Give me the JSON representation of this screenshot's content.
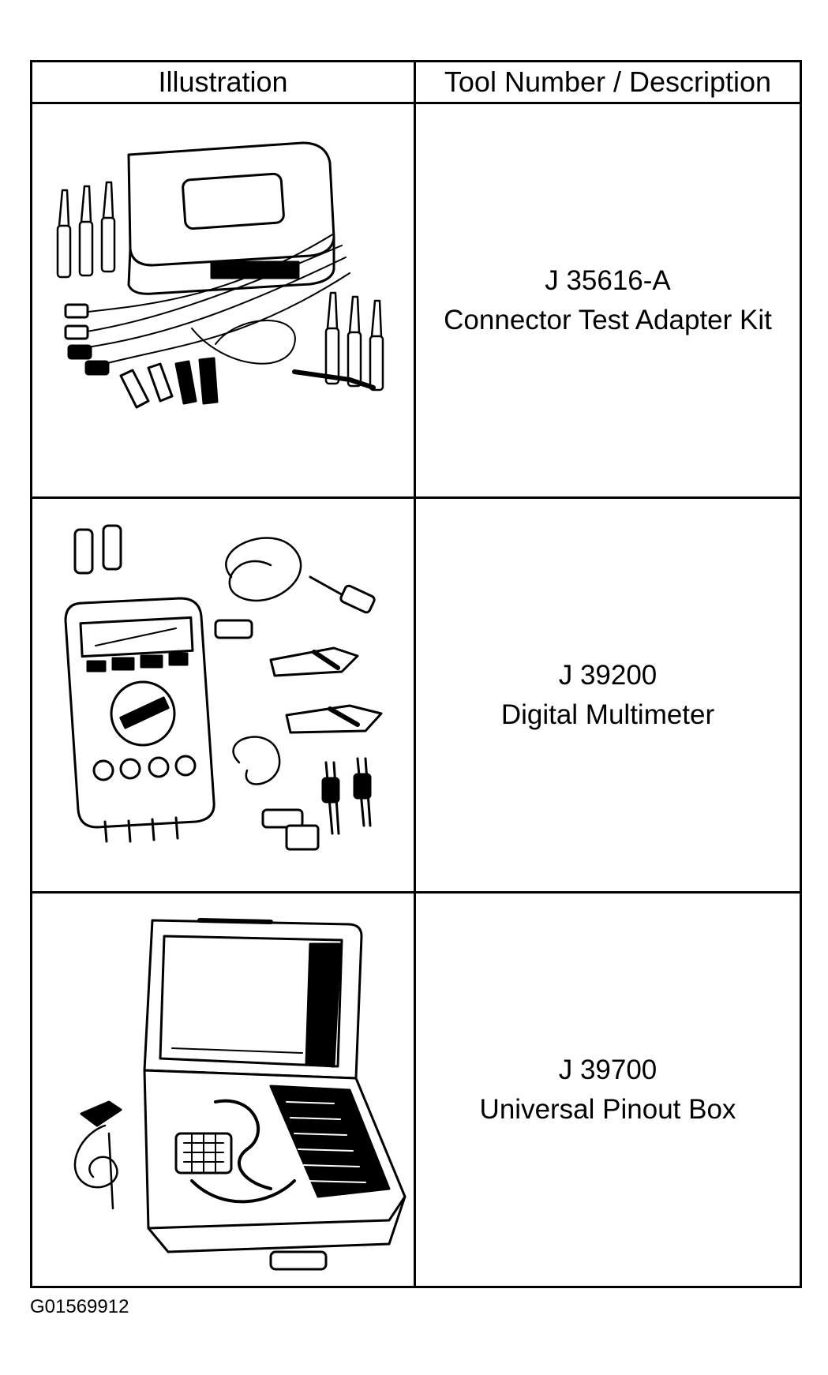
{
  "table": {
    "headers": [
      "Illustration",
      "Tool Number / Description"
    ],
    "rows": [
      {
        "illustration_icon": "connector-test-adapter-kit-icon",
        "tool_number": "J 35616-A",
        "description": "Connector Test Adapter Kit"
      },
      {
        "illustration_icon": "digital-multimeter-icon",
        "tool_number": "J 39200",
        "description": "Digital Multimeter"
      },
      {
        "illustration_icon": "universal-pinout-box-icon",
        "tool_number": "J 39700",
        "description": "Universal Pinout Box"
      }
    ]
  },
  "figure_id": "G01569912"
}
